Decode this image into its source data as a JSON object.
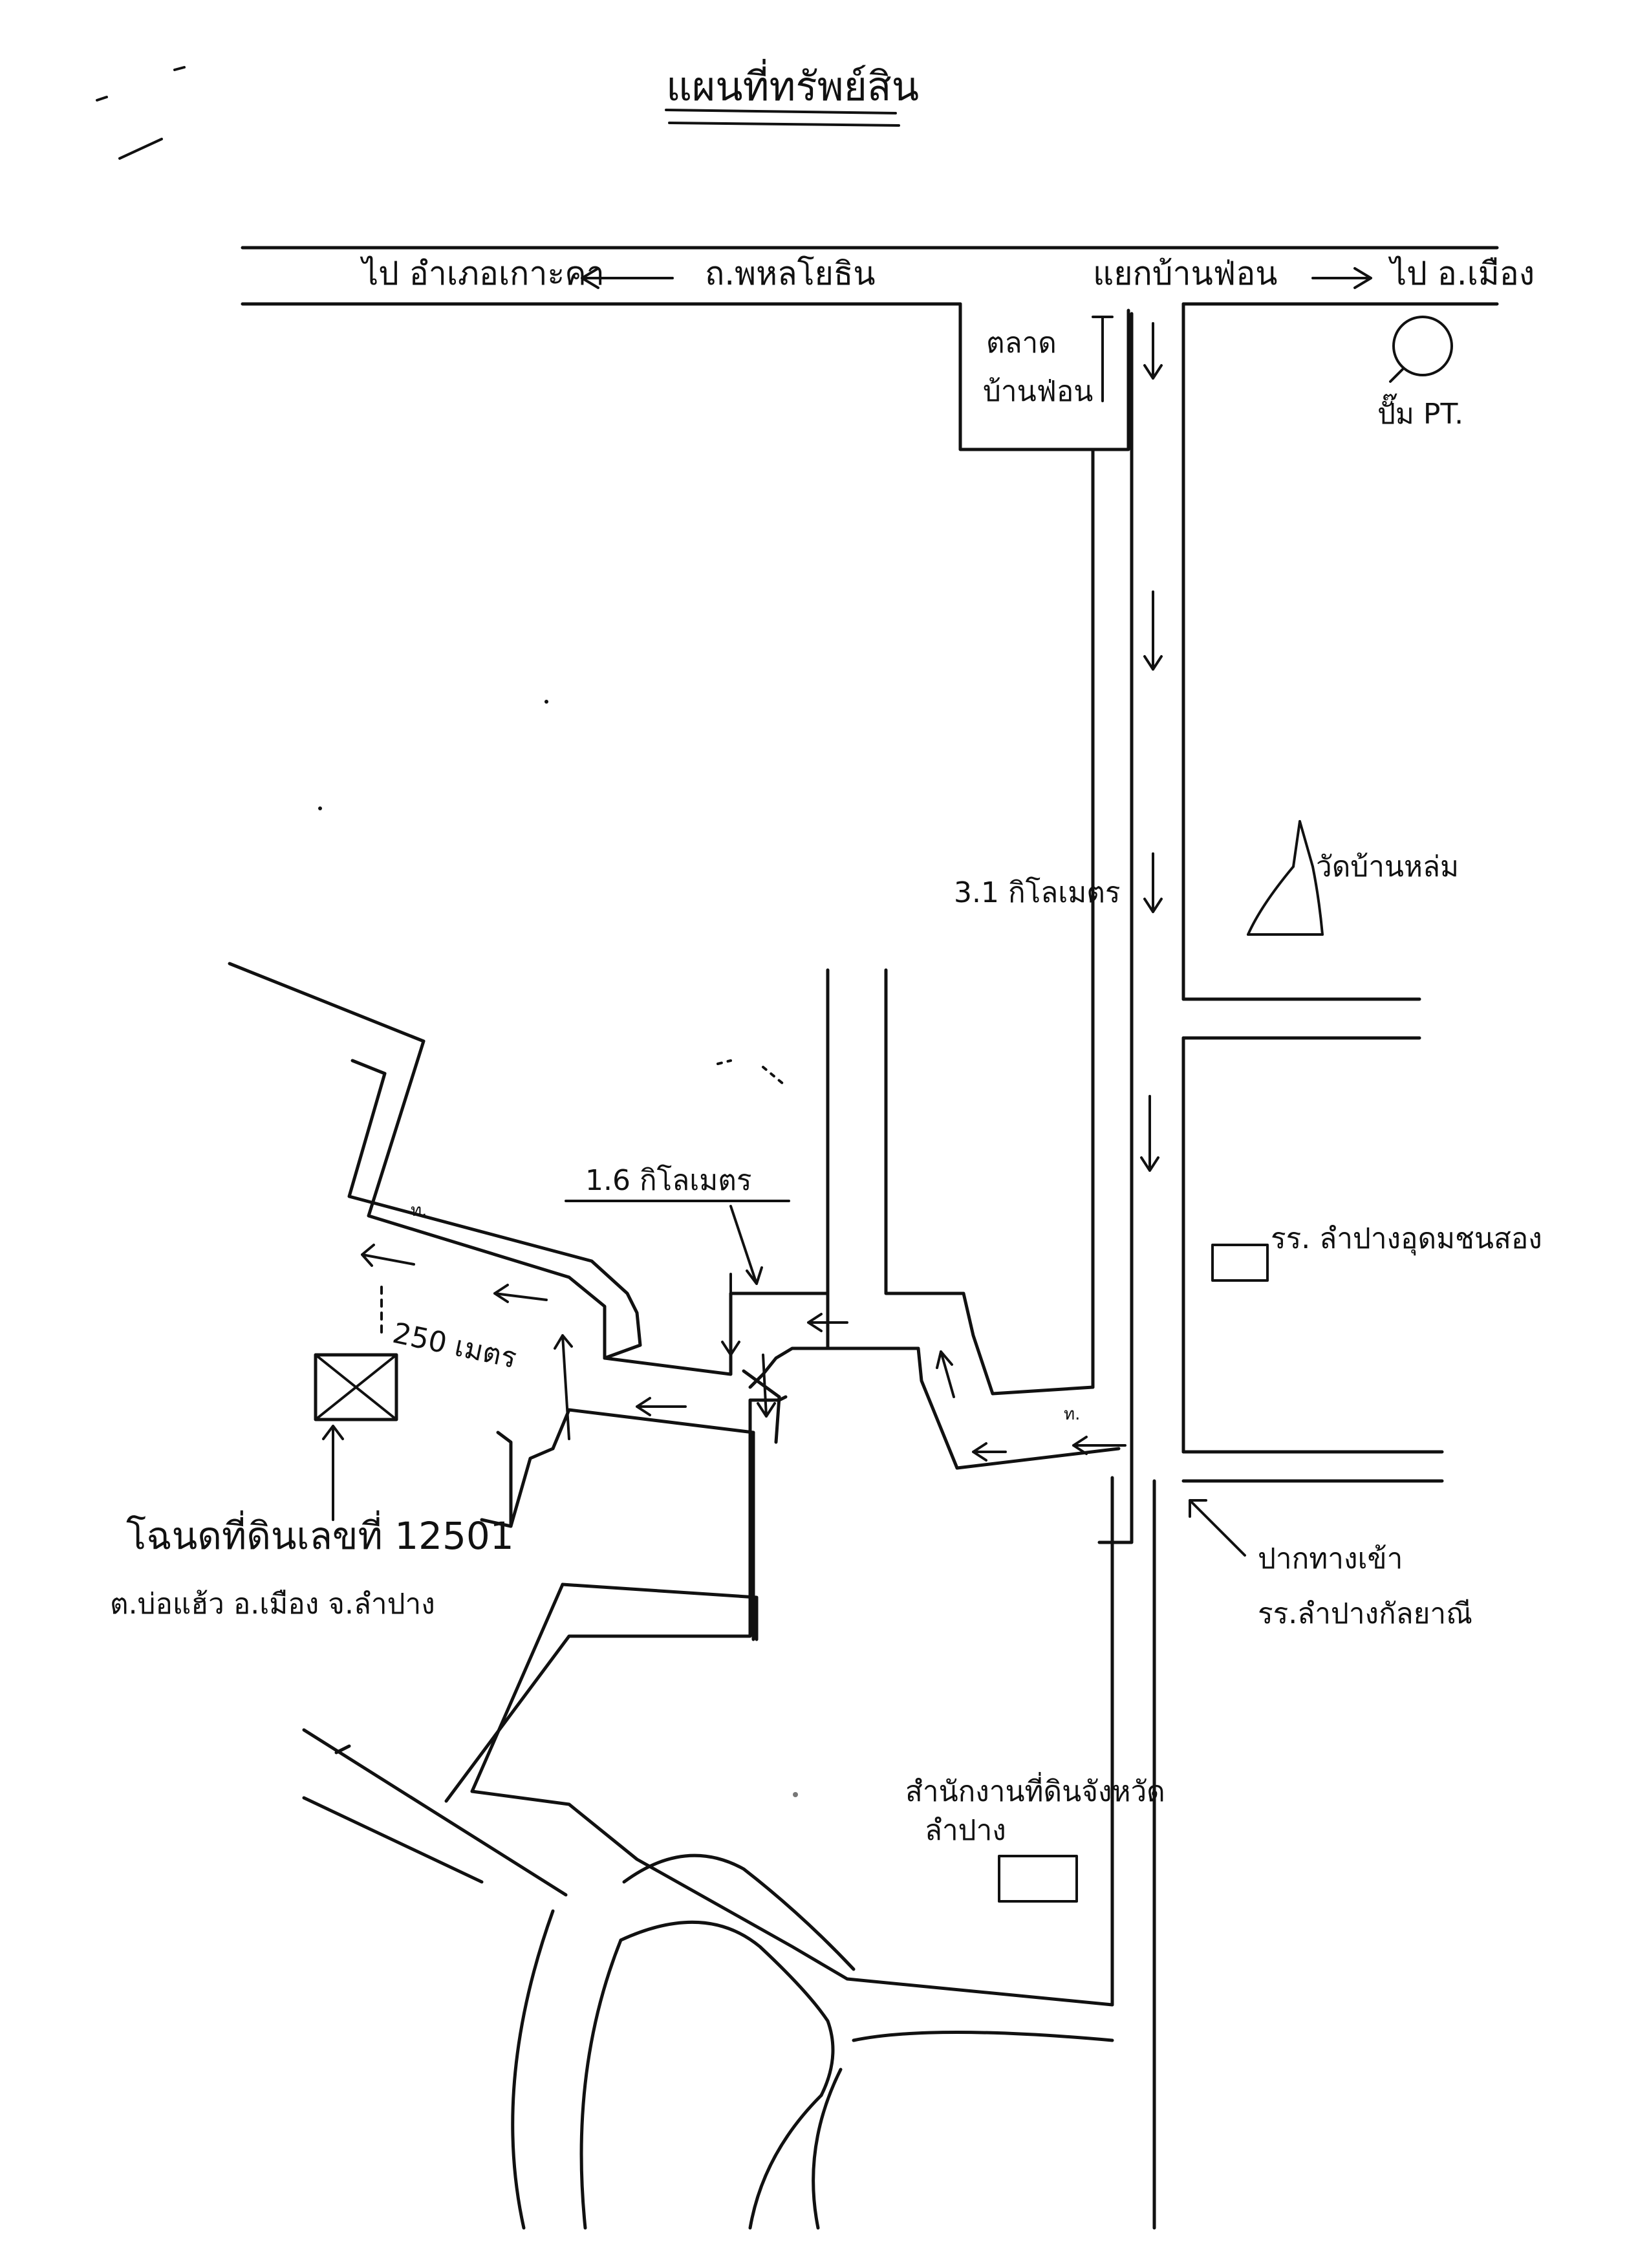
{
  "title": "แผนที่ทรัพย์สิน",
  "labels": {
    "to_amphoe_ko_kha": "ไป อำเภอเกาะคา",
    "road_name": "ถ.พหลโยธิน",
    "ban_fon_junction": "แยกบ้านฟ่อน",
    "to_mueang": "ไป อ.เมือง",
    "market_line1": "ตลาด",
    "market_line2": "บ้านฟ่อน",
    "pt_pump": "ปั๊ม PT.",
    "temple": "วัดบ้านหล่ม",
    "distance_31": "3.1 กิโลเมตร",
    "distance_16": "1.6 กิโลเมตร",
    "distance_250": "250 เมตร",
    "school": "รร. ลำปางอุดมชนสอง",
    "junction_line1": "ปากทางเข้า",
    "junction_line2": "รร.ลำปางกัลยาณี",
    "office_line1": "สำนักงานที่ดินจังหวัด",
    "office_line2": "ลำปาง",
    "deed_line1": "โฉนดที่ดินเลขที่ 12501",
    "deed_line2": "ต.บ่อแฮ้ว อ.เมือง จ.ลำปาง",
    "mark_t1": "ท.",
    "mark_t2": "ท."
  },
  "icons": {
    "pump": "gas-station-circle-icon",
    "temple": "temple-stupa-icon",
    "property": "property-cross-box-icon"
  }
}
